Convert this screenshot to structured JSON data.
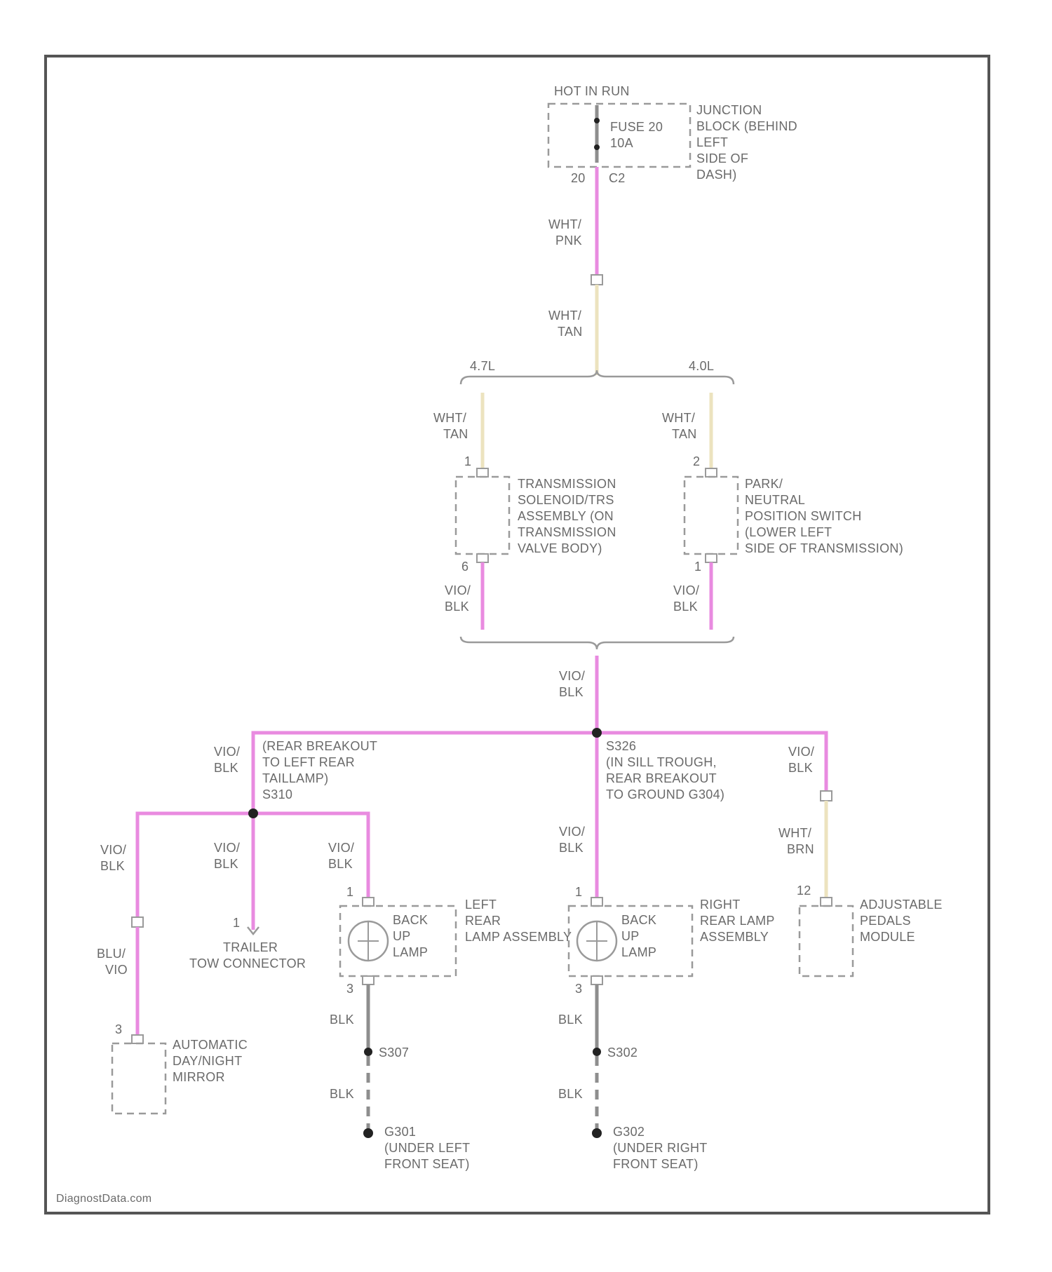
{
  "fuse": {
    "hot": "HOT IN RUN",
    "name": "FUSE 20",
    "amp": "10A",
    "pin_a": "20",
    "pin_b": "C2",
    "location": [
      "JUNCTION",
      "BLOCK (BEHIND",
      "LEFT",
      "SIDE OF",
      "DASH)"
    ]
  },
  "wires": {
    "wht_pnk": [
      "WHT/",
      "PNK"
    ],
    "wht_tan": [
      "WHT/",
      "TAN"
    ],
    "vio_blk": [
      "VIO/",
      "BLK"
    ],
    "wht_brn": [
      "WHT/",
      "BRN"
    ],
    "blu_vio": [
      "BLU/",
      "VIO"
    ],
    "blk": "BLK"
  },
  "engines": {
    "left": "4.7L",
    "right": "4.0L"
  },
  "components": {
    "trans_solenoid": [
      "TRANSMISSION",
      "SOLENOID/TRS",
      "ASSEMBLY (ON",
      "TRANSMISSION",
      "VALVE BODY)"
    ],
    "park_neutral": [
      "PARK/",
      "NEUTRAL",
      "POSITION SWITCH",
      "(LOWER LEFT",
      "SIDE OF TRANSMISSION)"
    ],
    "left_lamp_assy": [
      "LEFT",
      "REAR",
      "LAMP ASSEMBLY"
    ],
    "right_lamp_assy": [
      "RIGHT",
      "REAR LAMP",
      "ASSEMBLY"
    ],
    "back_up_lamp": [
      "BACK",
      "UP",
      "LAMP"
    ],
    "trailer": [
      "TRAILER",
      "TOW CONNECTOR"
    ],
    "mirror": [
      "AUTOMATIC",
      "DAY/NIGHT",
      "MIRROR"
    ],
    "pedals": [
      "ADJUSTABLE",
      "PEDALS",
      "MODULE"
    ]
  },
  "splices": {
    "left_breakout": [
      "(REAR BREAKOUT",
      "TO LEFT REAR",
      "TAILLAMP)",
      "S310"
    ],
    "s326": [
      "S326",
      "(IN SILL TROUGH,",
      "REAR BREAKOUT",
      "TO GROUND G304)"
    ],
    "s307": "S307",
    "s302": "S302"
  },
  "grounds": {
    "g301": [
      "G301",
      "(UNDER LEFT",
      "FRONT SEAT)"
    ],
    "g302": [
      "G302",
      "(UNDER RIGHT",
      "FRONT SEAT)"
    ]
  },
  "pins": {
    "trans_top": "1",
    "trans_bot": "6",
    "pn_top": "2",
    "pn_bot": "1",
    "left_lamp_top": "1",
    "left_lamp_bot": "3",
    "right_lamp_top": "1",
    "right_lamp_bot": "3",
    "trailer": "1",
    "mirror": "3",
    "pedals": "12"
  },
  "watermark": "DiagnostData.com"
}
